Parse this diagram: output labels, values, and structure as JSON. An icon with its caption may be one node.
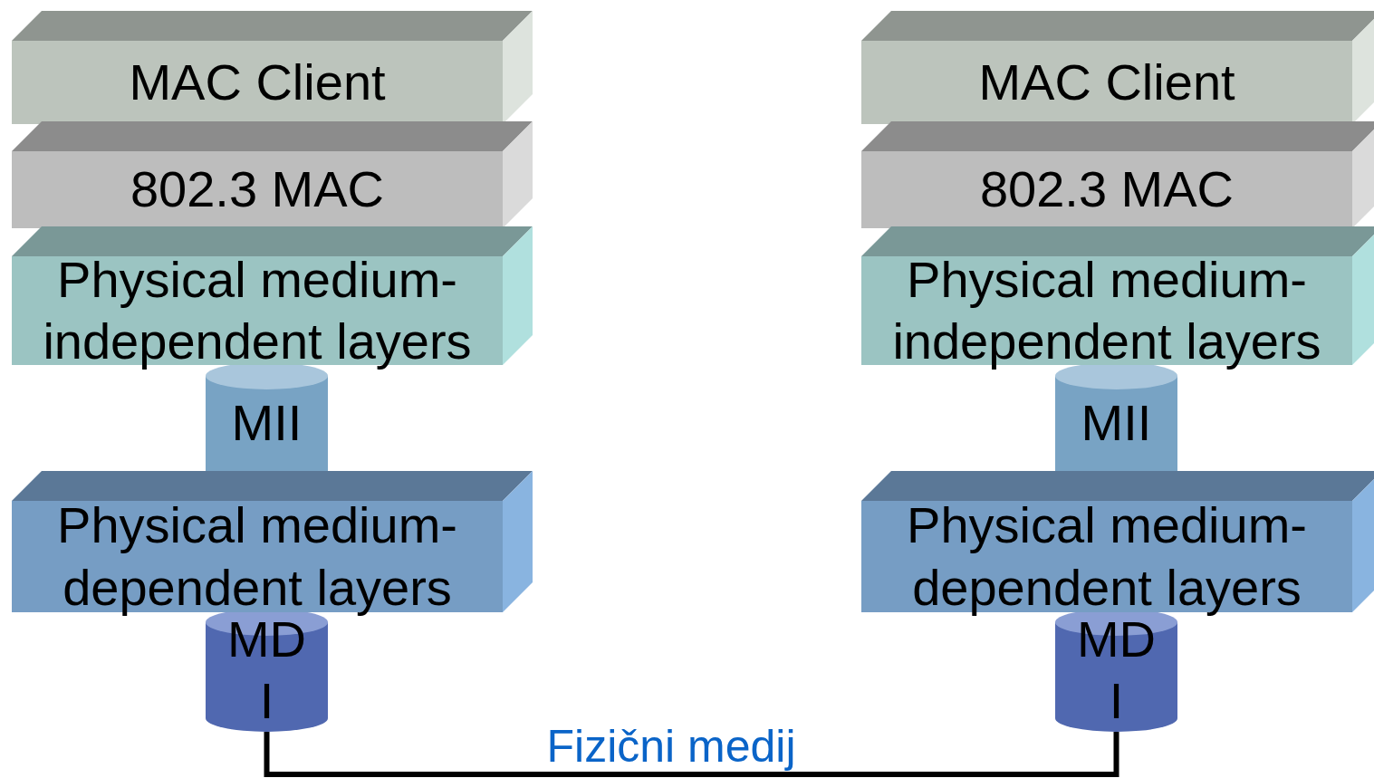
{
  "diagram": {
    "nodes": [
      {
        "text": [
          "MAC Client"
        ]
      },
      {
        "text": [
          "802.3 MAC"
        ]
      },
      {
        "text": [
          "Physical medium-independent layers"
        ]
      },
      {
        "text": [
          "MII"
        ]
      },
      {
        "text": [
          "Physical medium-dependent layers"
        ]
      },
      {
        "text": [
          "MD I"
        ]
      },
      {
        "text": [
          "MAC Client"
        ]
      },
      {
        "text": [
          "802.3 MAC"
        ]
      },
      {
        "text": [
          "Physical medium-independent layers"
        ]
      },
      {
        "text": [
          "MII"
        ]
      },
      {
        "text": [
          "Physical medium-dependent layers"
        ]
      },
      {
        "text": [
          "MD I"
        ]
      }
    ],
    "edges": [
      {
        "from": 5,
        "to": 11,
        "arrow": "none",
        "label": "Fizični medij"
      }
    ]
  }
}
